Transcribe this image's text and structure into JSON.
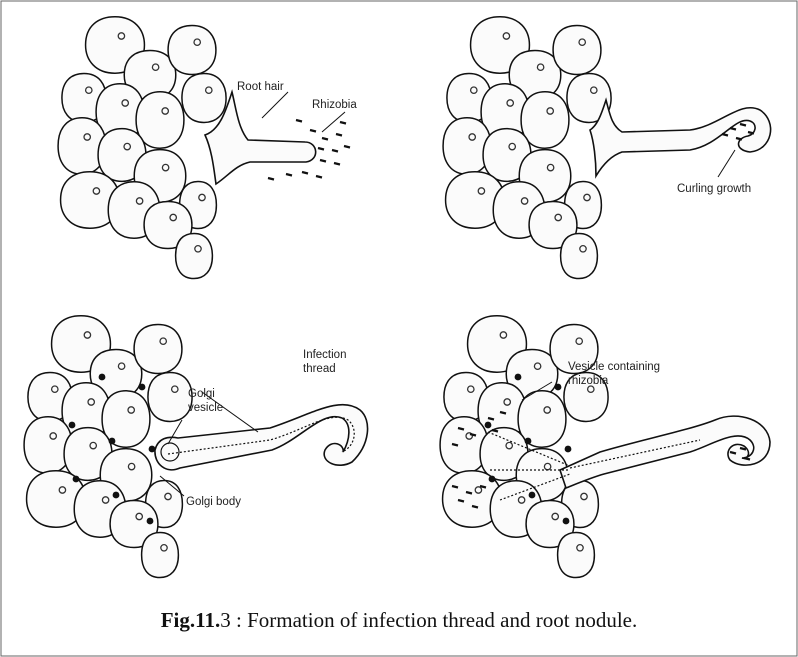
{
  "figure": {
    "caption_fig_bold": "Fig.11.",
    "caption_fig_num": "3",
    "caption_text": " : Formation of infection thread and root nodule."
  },
  "panels": {
    "top_left": {
      "label_root_hair": "Root hair",
      "label_rhizobia": "Rhizobia"
    },
    "top_right": {
      "label_curling": "Curling growth"
    },
    "bottom_left": {
      "label_infection_1": "Infection",
      "label_infection_2": "thread",
      "label_golgi_vesicle_1": "Golgi",
      "label_golgi_vesicle_2": "vesicle",
      "label_golgi_body": "Golgi body"
    },
    "bottom_right": {
      "label_vesicle_1": "Vesicle containing",
      "label_vesicle_2": "rhizobia"
    }
  },
  "colors": {
    "line": "#111111",
    "cell_fill": "#fbfbfb",
    "nucleus": "#333333"
  }
}
